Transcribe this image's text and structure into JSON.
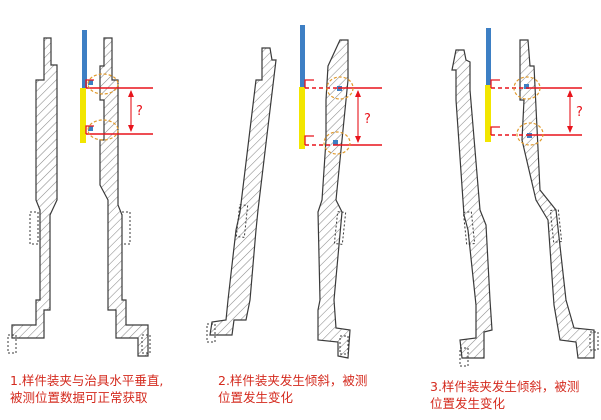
{
  "colors": {
    "outline": "#3a3a3a",
    "hatch": "#7a7a7a",
    "measure_red": "#e8141c",
    "probe_blue": "#3d7fc4",
    "fixture_yellow": "#f2e600",
    "highlight_orange": "#e09a2c",
    "caption_red": "#d42a1e"
  },
  "panels": [
    {
      "gap_label": "?",
      "caption": [
        "1.样件装夹与治具水平垂直,",
        "被测位置数据可正常获取"
      ]
    },
    {
      "gap_label": "?",
      "caption": [
        "2.样件装夹发生倾斜，被测",
        "位置发生变化"
      ]
    },
    {
      "gap_label": "?",
      "caption": [
        "3.样件装夹发生倾斜，被测",
        "位置发生变化"
      ]
    }
  ]
}
